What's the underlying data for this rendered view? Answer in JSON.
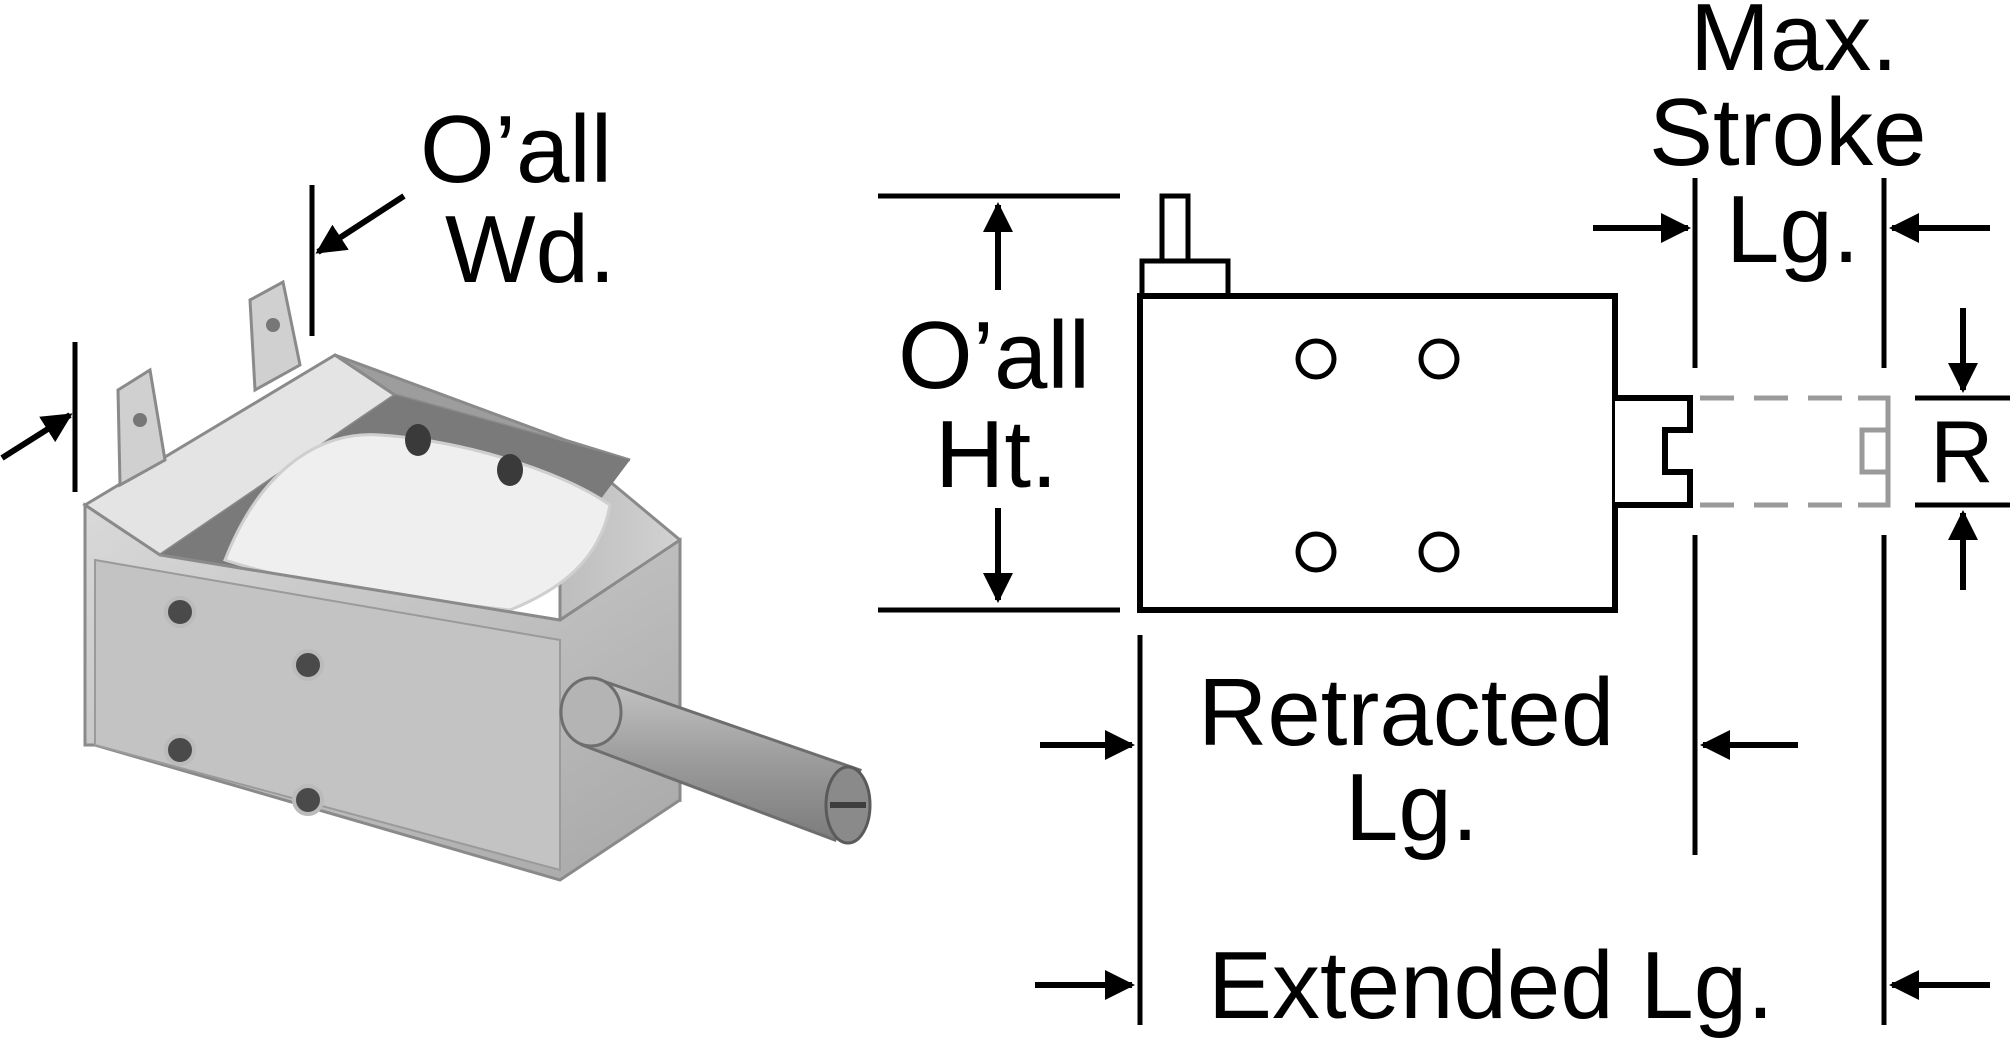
{
  "labels": {
    "oall_wd_line1": "O’all",
    "oall_wd_line2": "Wd.",
    "oall_ht_line1": "O’all",
    "oall_ht_line2": "Ht.",
    "max_stroke_line1": "Max.",
    "max_stroke_line2": "Stroke",
    "max_stroke_line3": "Lg.",
    "retracted_line1": "Retracted",
    "retracted_line2": "Lg.",
    "extended": "Extended Lg.",
    "radius": "R"
  },
  "colors": {
    "ink": "#000000",
    "ghost": "#9a9a9a",
    "metal_light": "#d6d6d6",
    "metal_mid": "#b9b9b9",
    "metal_dark": "#8e8e8e",
    "coil": "#f2f2f2",
    "plunger": "#a8a8a8"
  }
}
